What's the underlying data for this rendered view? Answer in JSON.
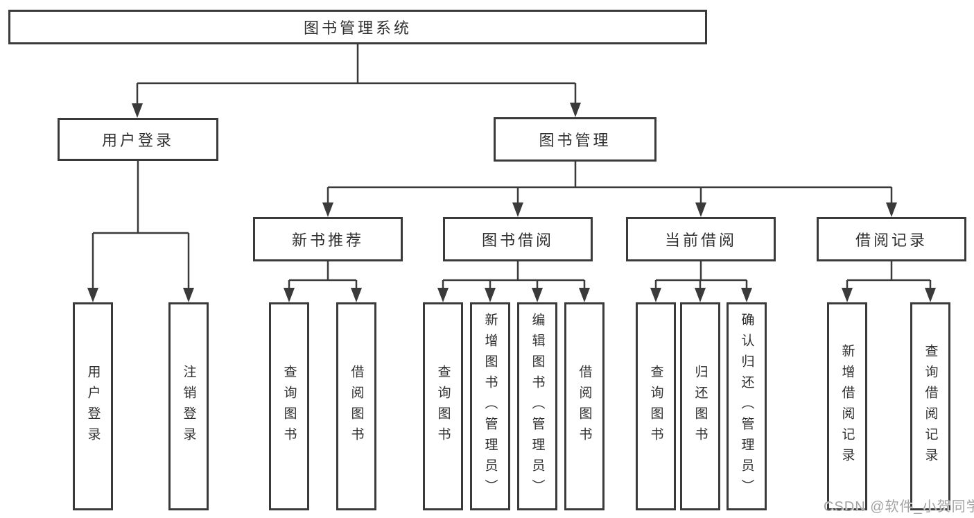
{
  "tree": {
    "root": "图书管理系统",
    "branches": [
      {
        "label": "用户登录",
        "children": [
          "用户登录",
          "注销登录"
        ]
      },
      {
        "label": "图书管理",
        "groups": [
          {
            "label": "新书推荐",
            "children": [
              "查询图书",
              "借阅图书"
            ]
          },
          {
            "label": "图书借阅",
            "children": [
              "查询图书",
              "新增图书（管理员）",
              "编辑图书（管理员）",
              "借阅图书"
            ]
          },
          {
            "label": "当前借阅",
            "children": [
              "查询图书",
              "归还图书",
              "确认归还（管理员）"
            ]
          },
          {
            "label": "借阅记录",
            "children": [
              "新增借阅记录",
              "查询借阅记录"
            ]
          }
        ]
      }
    ]
  },
  "watermark": "CSDN @软件_小贺同学",
  "colors": {
    "line": "#3a3a3a",
    "box_border": "#3a3a3a",
    "text": "#2f2f2f",
    "watermark": "#a3a3a3",
    "background": "#ffffff"
  }
}
